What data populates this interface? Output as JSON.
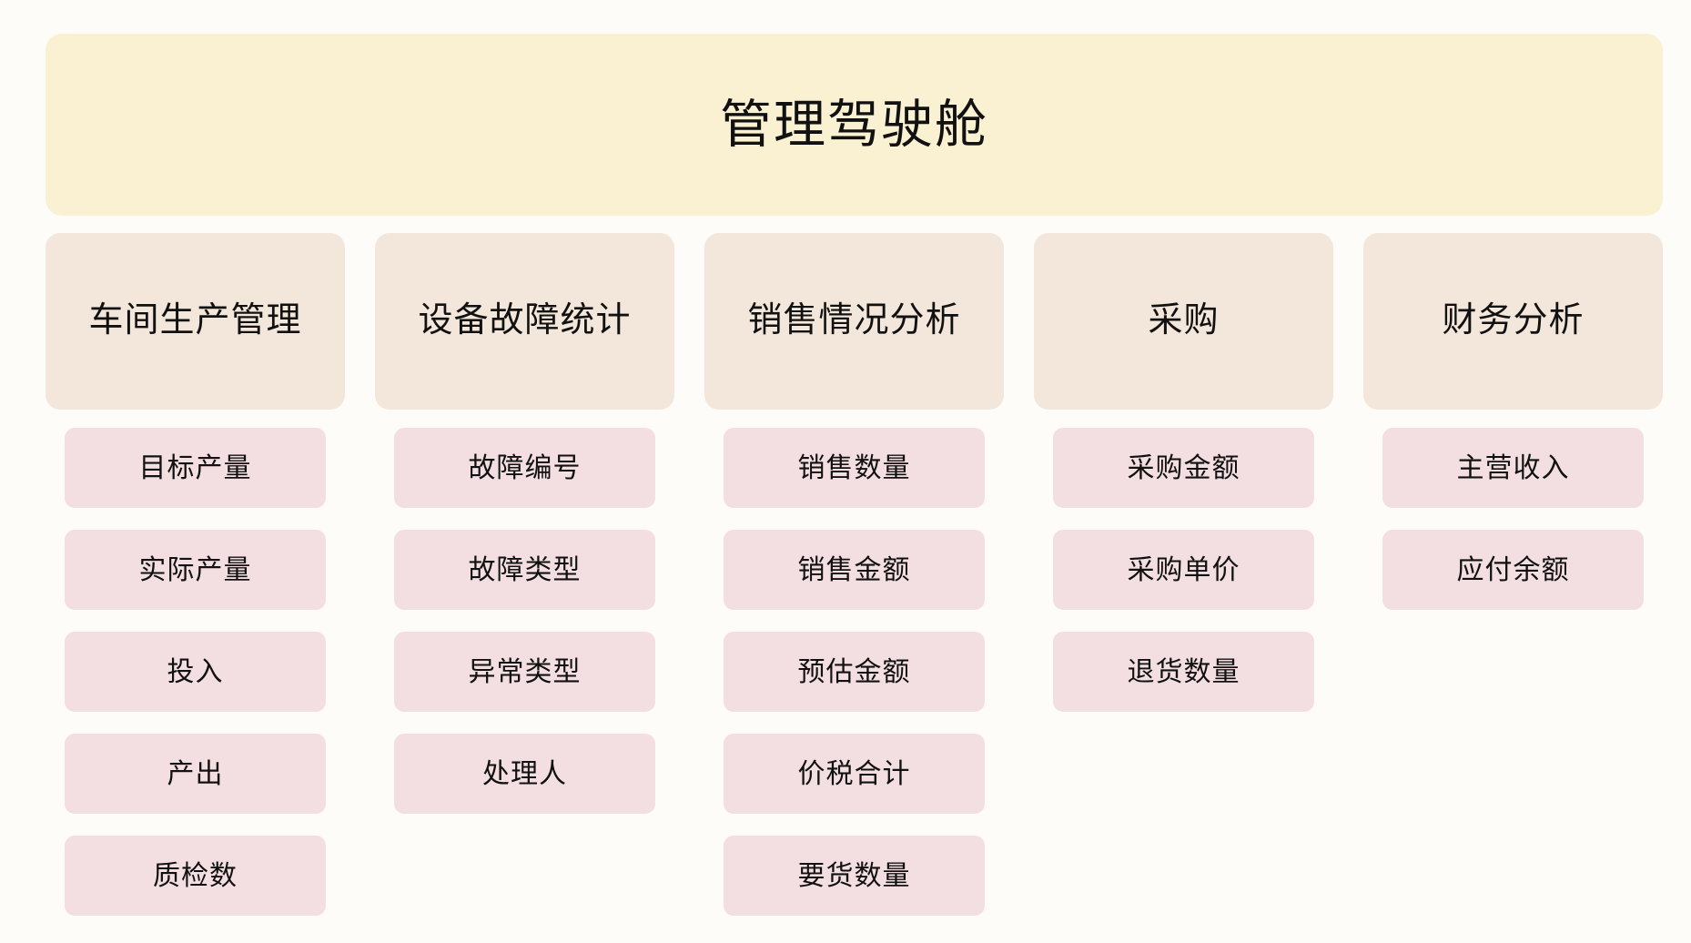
{
  "diagram": {
    "title": "管理驾驶舱",
    "colors": {
      "background": "#FDFCF8",
      "title_banner": "#FAF0D2",
      "category_card": "#F3E6DA",
      "item_card": "#F3DFE2",
      "text": "#111111"
    },
    "columns": [
      {
        "header": "车间生产管理",
        "items": [
          "目标产量",
          "实际产量",
          "投入",
          "产出",
          "质检数"
        ]
      },
      {
        "header": "设备故障统计",
        "items": [
          "故障编号",
          "故障类型",
          "异常类型",
          "处理人"
        ]
      },
      {
        "header": "销售情况分析",
        "items": [
          "销售数量",
          "销售金额",
          "预估金额",
          "价税合计",
          "要货数量"
        ]
      },
      {
        "header": "采购",
        "items": [
          "采购金额",
          "采购单价",
          "退货数量"
        ]
      },
      {
        "header": "财务分析",
        "items": [
          "主营收入",
          "应付余额"
        ]
      }
    ]
  }
}
